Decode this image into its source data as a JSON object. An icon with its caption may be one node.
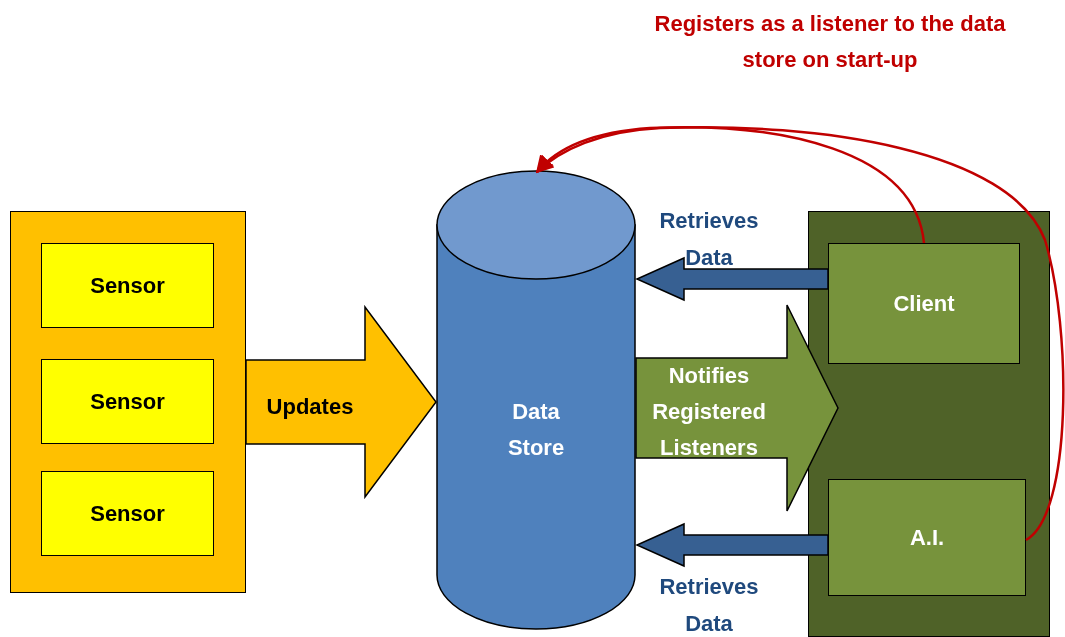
{
  "diagram": {
    "nodes": [
      {
        "text": [],
        "shape": "box"
      },
      {
        "text": [
          "Sensor"
        ],
        "in": 0
      },
      {
        "text": [
          "Sensor"
        ],
        "in": 0
      },
      {
        "text": [
          "Sensor"
        ],
        "in": 0
      },
      {
        "text": [
          "Data Store"
        ]
      },
      {
        "text": [],
        "shape": "box"
      },
      {
        "text": [
          "Client"
        ],
        "in": 5
      },
      {
        "text": [
          "A.I."
        ],
        "in": 5
      }
    ],
    "edges": [
      {
        "from": 0,
        "to": 4,
        "arrow": "to",
        "label": "Updates",
        "style": "thick",
        "color": "#ffc000"
      },
      {
        "from": 4,
        "to": 5,
        "arrow": "to",
        "label": "Notifies Registered Listeners",
        "style": "thick",
        "color": "#77933c"
      },
      {
        "from": 6,
        "to": 4,
        "arrow": "to",
        "label": "Retrieves Data",
        "style": "thick",
        "color": "#376092"
      },
      {
        "from": 7,
        "to": 4,
        "arrow": "to",
        "label": "Retrieves Data",
        "style": "thick",
        "color": "#376092"
      },
      {
        "from": 6,
        "to": 4,
        "arrow": "to",
        "color": "#c00000"
      },
      {
        "from": 7,
        "to": 4,
        "arrow": "to",
        "color": "#c00000"
      }
    ],
    "labels": [
      "Registers as a listener to the data store on start-up"
    ]
  }
}
